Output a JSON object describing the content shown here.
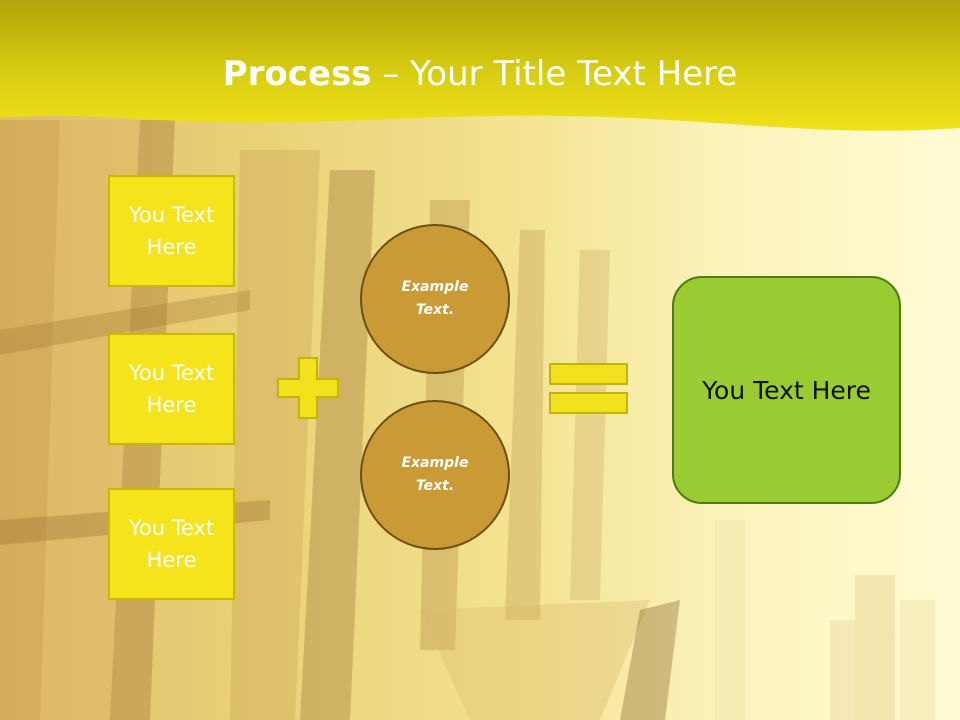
{
  "title": {
    "bold": "Process",
    "rest": " – Your Title Text Here"
  },
  "inputs": [
    "You Text Here",
    "You Text Here",
    "You Text Here"
  ],
  "circles": [
    "Example Text.",
    "Example Text."
  ],
  "result": "You Text Here",
  "colors": {
    "header": "#d6cc1a",
    "box_fill": "#f5e41c",
    "circle_fill": "#c99a35",
    "result_fill": "#99cc33",
    "operator_fill": "#f2e21e"
  }
}
